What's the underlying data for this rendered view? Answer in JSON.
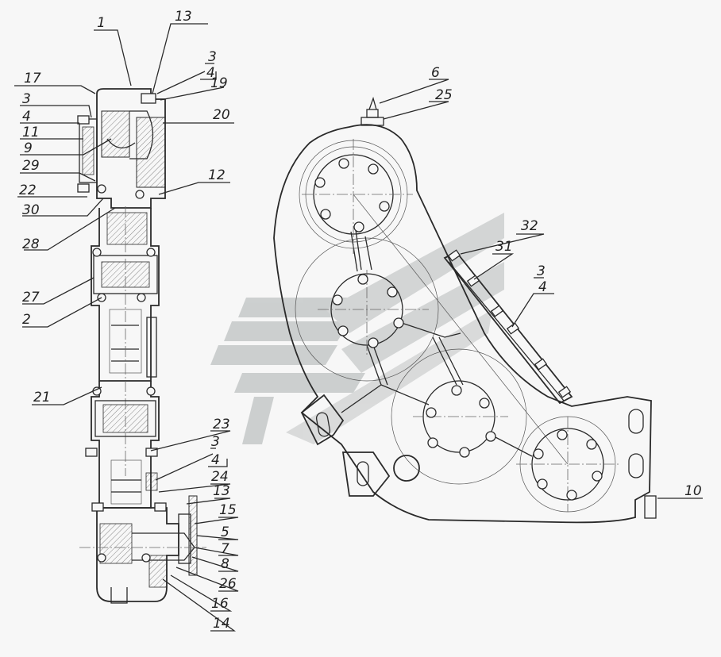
{
  "callouts": {
    "c1": "1",
    "c13a": "13",
    "c3a": "3",
    "c4a": "4",
    "c19": "19",
    "c17": "17",
    "c3b": "3",
    "c4b": "4",
    "c20": "20",
    "c11": "11",
    "c9": "9",
    "c29": "29",
    "c12": "12",
    "c22": "22",
    "c30": "30",
    "c28": "28",
    "c27": "27",
    "c2": "2",
    "c21": "21",
    "c23": "23",
    "c3c": "3",
    "c4c": "4",
    "c24": "24",
    "c13b": "13",
    "c15": "15",
    "c5": "5",
    "c7": "7",
    "c8": "8",
    "c26": "26",
    "c16": "16",
    "c14": "14",
    "c6": "6",
    "c25": "25",
    "c32": "32",
    "c31": "31",
    "c3d": "3",
    "c4d": "4",
    "c10": "10"
  }
}
